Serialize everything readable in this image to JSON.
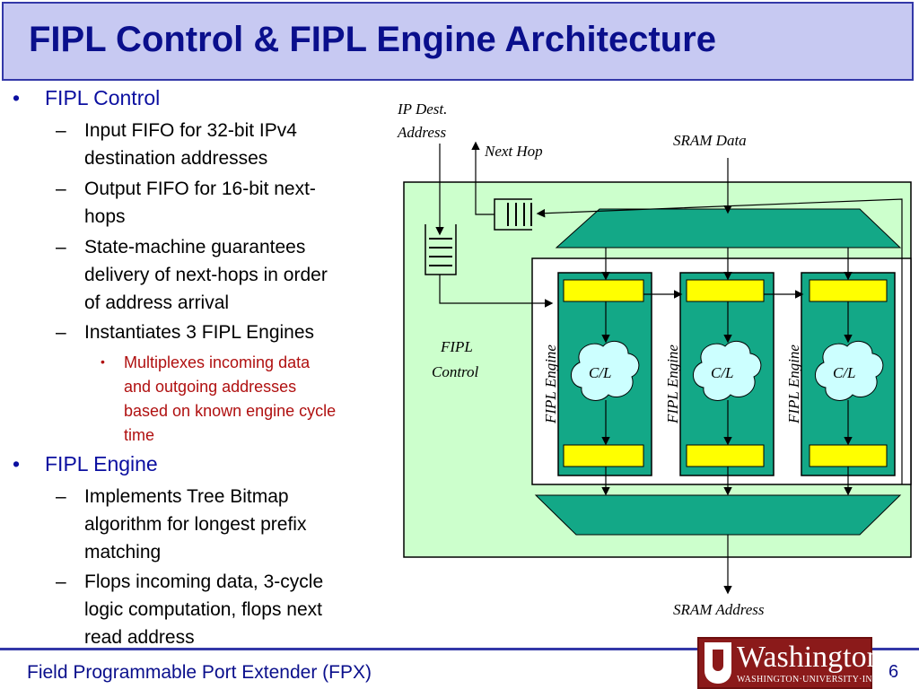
{
  "title": "FIPL Control & FIPL Engine Architecture",
  "bullets": {
    "control": {
      "label": "FIPL Control",
      "items": [
        {
          "lines": [
            "Input FIFO for 32-bit IPv4",
            "destination addresses"
          ]
        },
        {
          "lines": [
            "Output FIFO for 16-bit next-",
            "hops"
          ]
        },
        {
          "lines": [
            "State-machine guarantees",
            "delivery of next-hops in order",
            "of address arrival"
          ]
        },
        {
          "lines": [
            "Instantiates 3 FIPL Engines"
          ]
        }
      ],
      "subitem": {
        "lines": [
          "Multiplexes incoming data",
          "and outgoing addresses",
          "based on known engine cycle",
          "time"
        ]
      }
    },
    "engine": {
      "label": "FIPL Engine",
      "items": [
        {
          "lines": [
            "Implements Tree Bitmap",
            "algorithm for longest prefix",
            "matching"
          ]
        },
        {
          "lines": [
            "Flops incoming data, 3-cycle",
            "logic computation, flops next",
            "read address"
          ]
        }
      ]
    }
  },
  "diagram": {
    "ip_dest_line1": "IP Dest.",
    "ip_dest_line2": "Address",
    "next_hop": "Next Hop",
    "sram_data": "SRAM Data",
    "fipl_control_line1": "FIPL",
    "fipl_control_line2": "Control",
    "engine_label": "FIPL Engine",
    "cl_label": "C/L",
    "sram_address": "SRAM Address"
  },
  "footer": {
    "text": "Field Programmable Port Extender (FPX)",
    "page": "6"
  },
  "logo": {
    "name": "Washington",
    "sub": "WASHINGTON·UNIVERSITY·IN·ST·LOUIS"
  },
  "colors": {
    "title_bg": "#c7c9f2",
    "title_text": "#0a0f8c",
    "control_bg": "#ccffcc",
    "engine_fill": "#13a887",
    "register_fill": "#ffff00",
    "cl_fill": "#ccffff",
    "logo_bg": "#8b1a1a"
  }
}
